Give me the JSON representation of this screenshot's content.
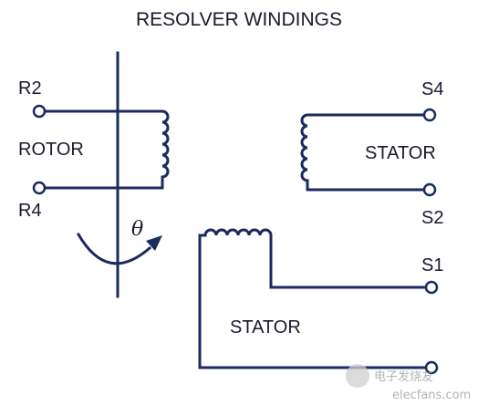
{
  "title": "RESOLVER WINDINGS",
  "labels": {
    "r2": "R2",
    "r4": "R4",
    "rotor": "ROTOR",
    "stator_right": "STATOR",
    "stator_bottom": "STATOR",
    "s4": "S4",
    "s2": "S2",
    "s1": "S1",
    "theta": "θ"
  },
  "watermark": {
    "text": "电子发烧友",
    "url": "elecfans.com"
  },
  "colors": {
    "wire": "#1a2b5e",
    "text": "#1a1a2e"
  }
}
